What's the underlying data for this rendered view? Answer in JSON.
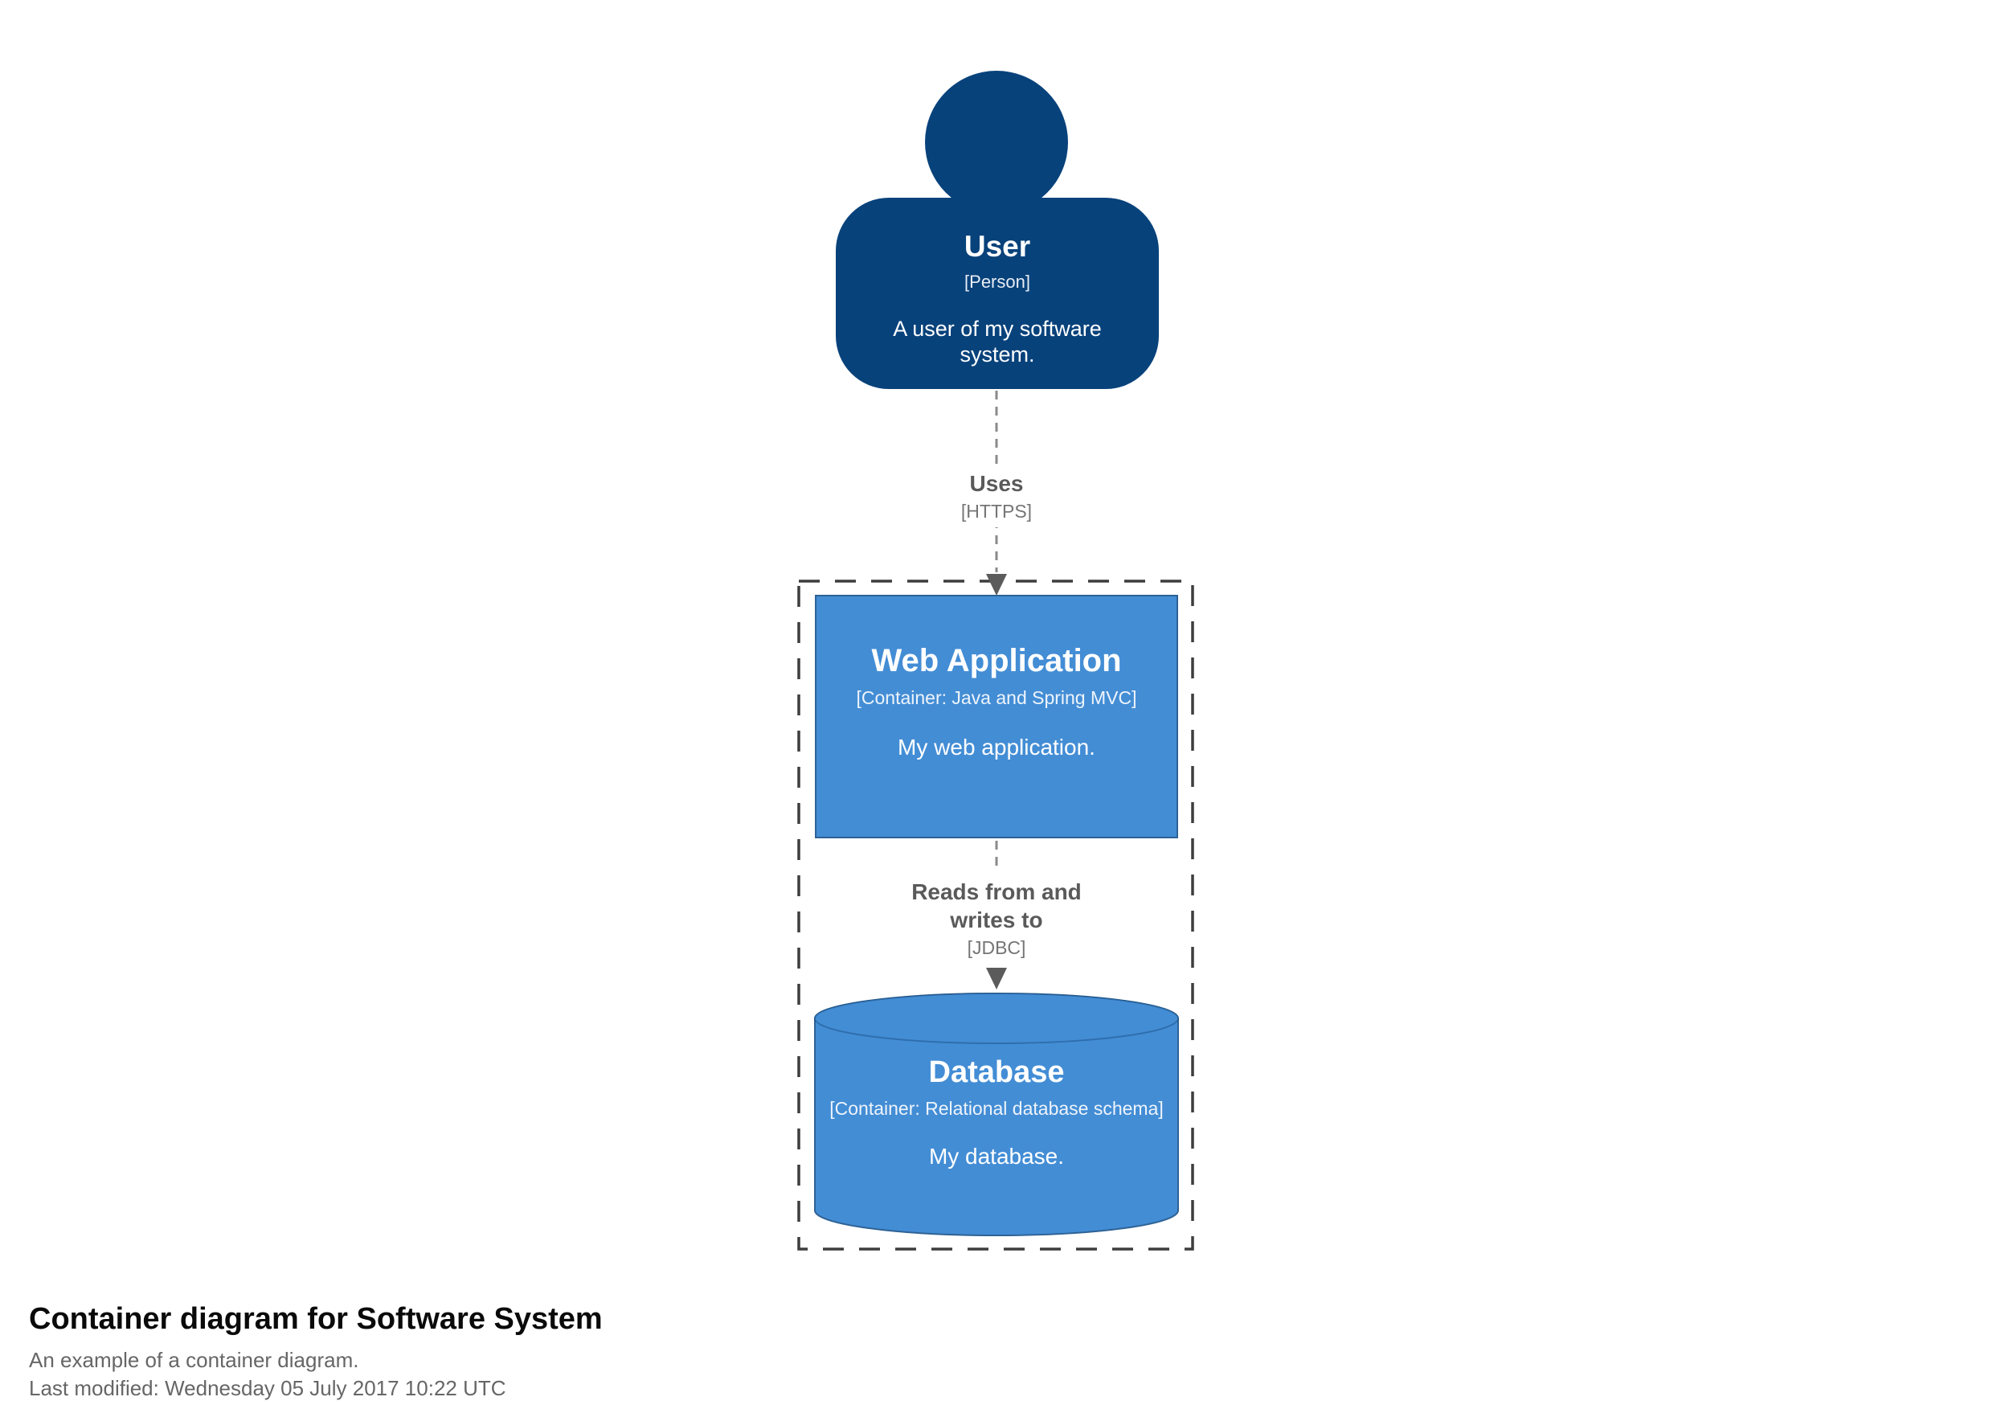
{
  "colors": {
    "person_fill": "#08427b",
    "container_fill": "#438dd5",
    "container_border": "#2e6295",
    "relationship_gray": "#8a8a8a",
    "arrowhead_gray": "#5b5b5b",
    "boundary_gray": "#3d3d3d",
    "shape_text": "#ffffff"
  },
  "person": {
    "name": "User",
    "meta": "[Person]",
    "description": "A user of my software system."
  },
  "relationships": {
    "uses": {
      "label": "Uses",
      "tech": "[HTTPS]"
    },
    "reads": {
      "label": "Reads from and writes to",
      "tech": "[JDBC]"
    }
  },
  "containers": {
    "web_application": {
      "name": "Web Application",
      "meta": "[Container: Java and Spring MVC]",
      "description": "My web application."
    },
    "database": {
      "name": "Database",
      "meta": "[Container: Relational database schema]",
      "description": "My database."
    }
  },
  "footer": {
    "title": "Container diagram for Software System",
    "subtitle": "An example of a container diagram.",
    "last_modified": "Last modified: Wednesday 05 July 2017 10:22 UTC"
  }
}
